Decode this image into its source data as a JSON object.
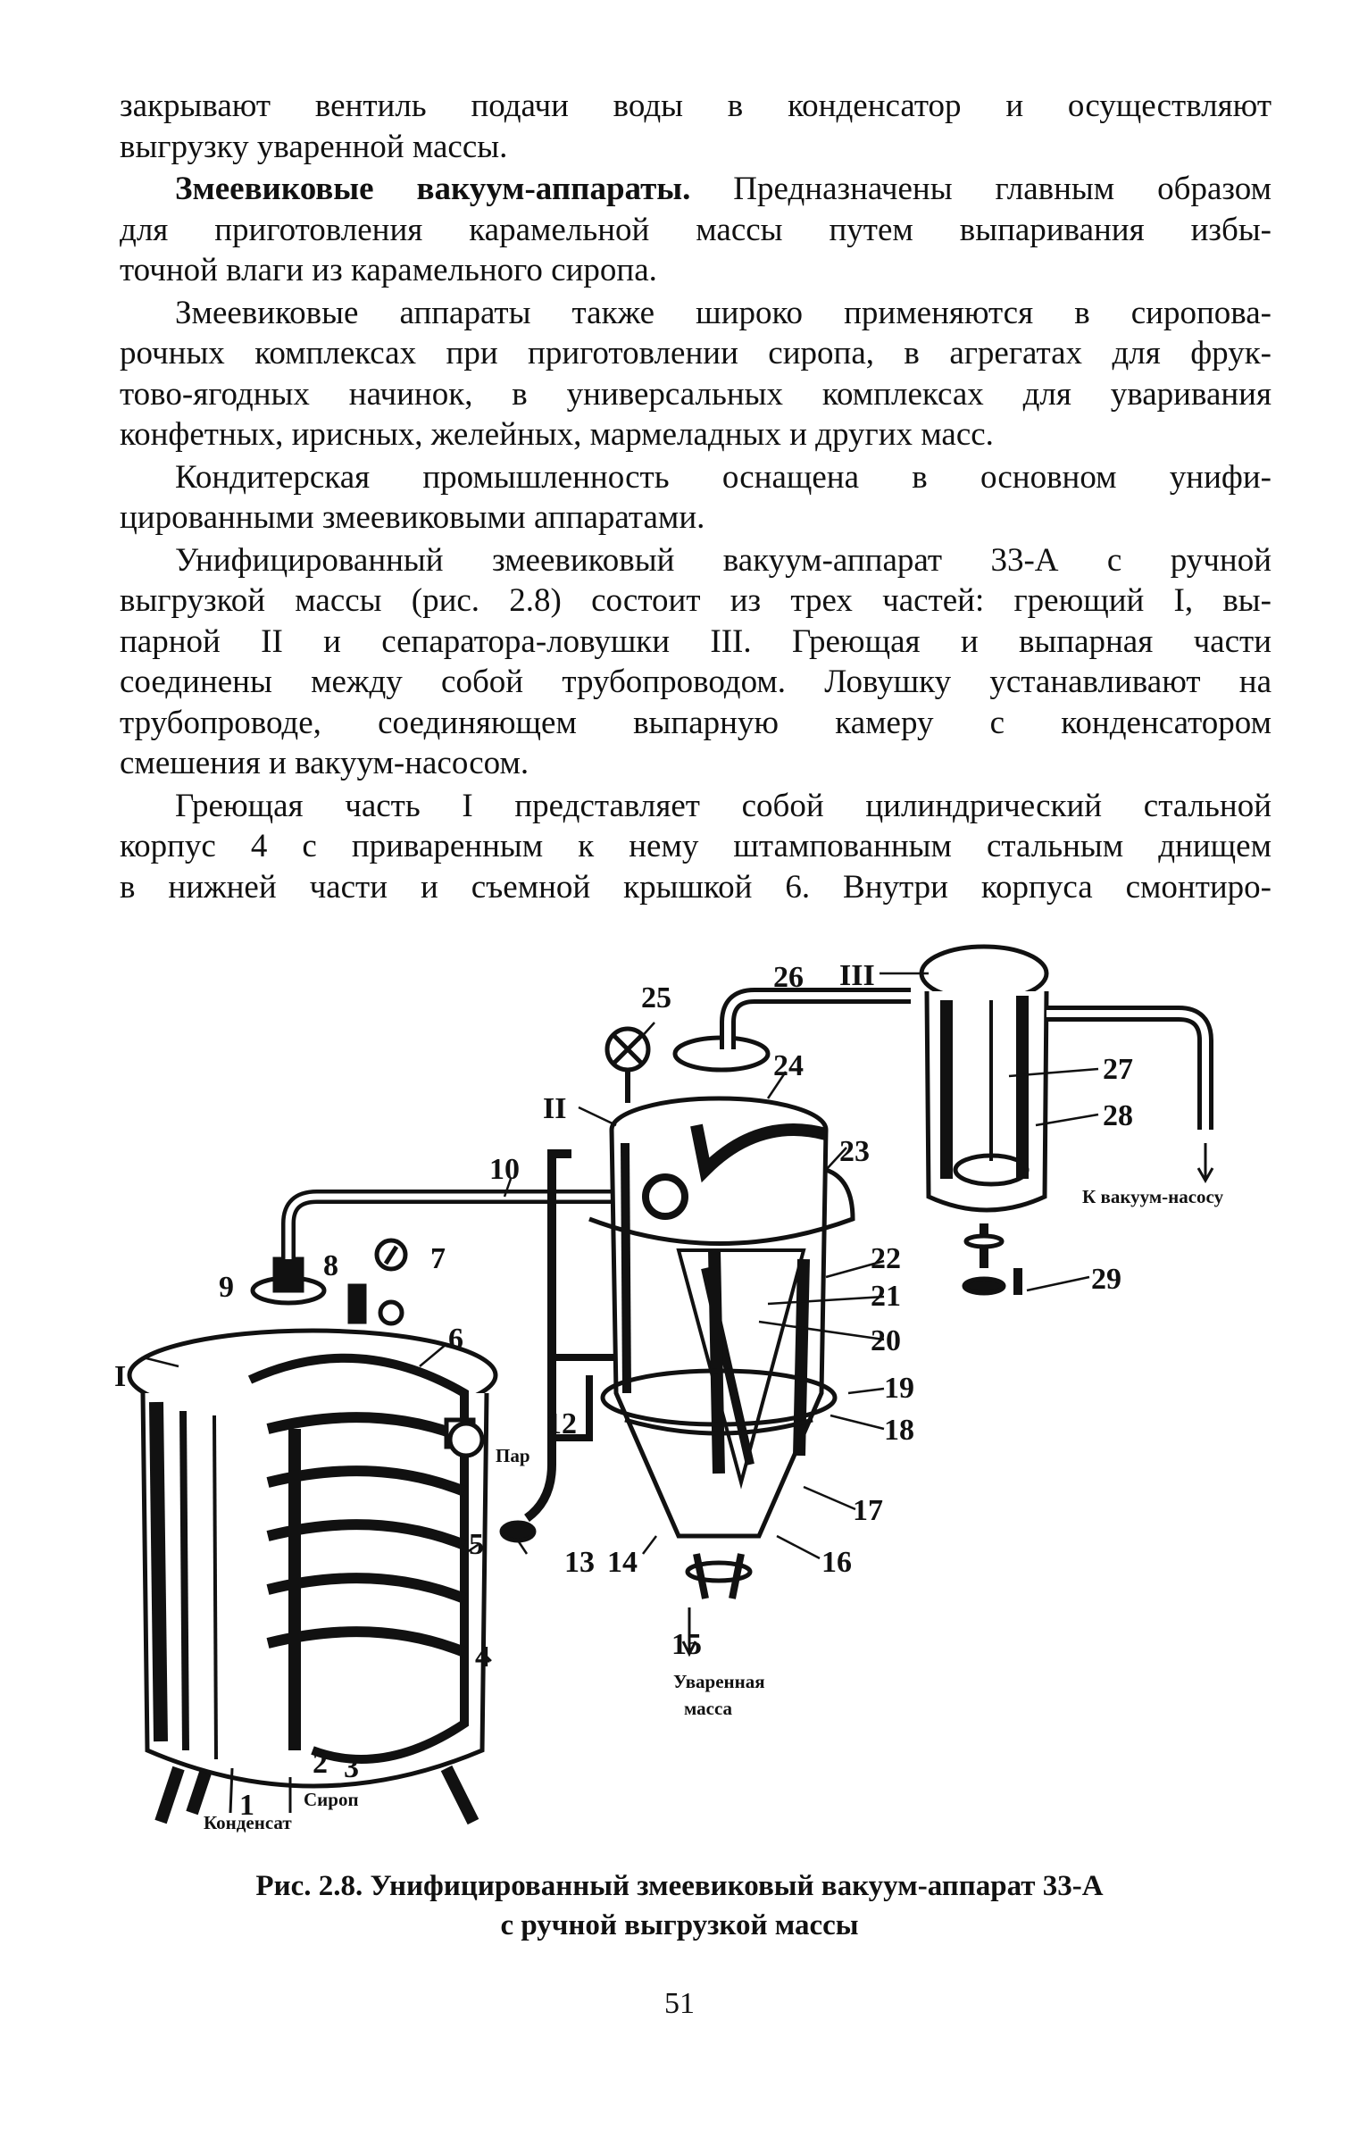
{
  "body": {
    "paragraphs": [
      {
        "lines": [
          "закрывают вентиль подачи воды в конденсатор и осуществляют",
          "выгрузку уваренной массы."
        ]
      },
      {
        "heading": "Змеевиковые вакуум-аппараты.",
        "lines": [
          " Предназначены главным образом",
          "для приготовления карамельной массы путем выпаривания избы-",
          "точной влаги из карамельного сиропа."
        ]
      },
      {
        "lines": [
          "Змеевиковые аппараты также широко применяются в сиропова-",
          "рочных комплексах при приготовлении сиропа, в агрегатах для фрук-",
          "тово-ягодных начинок, в универсальных комплексах для уваривания",
          "конфетных, ирисных, желейных, мармеладных и других масс."
        ]
      },
      {
        "lines": [
          "Кондитерская промышленность оснащена в основном унифи-",
          "цированными змеевиковыми аппаратами."
        ]
      },
      {
        "lines": [
          "Унифицированный змеевиковый вакуум-аппарат 33-А с ручной",
          "выгрузкой массы (рис. 2.8) состоит из трех частей: греющий I, вы-",
          "парной II и сепаратора-ловушки III. Греющая и выпарная части",
          "соединены между собой трубопроводом. Ловушку устанавливают на",
          "трубопроводе, соединяющем выпарную камеру с конденсатором",
          "смешения и вакуум-насосом."
        ]
      },
      {
        "lines": [
          "Греющая часть I представляет собой цилиндрический стальной",
          "корпус 4 с приваренным к нему штампованным стальным днищем",
          "в нижней части и съемной крышкой 6. Внутри корпуса смонтиро-"
        ]
      }
    ]
  },
  "figure": {
    "labels": {
      "n1": "1",
      "n2": "2",
      "n3": "3",
      "n4": "4",
      "n5": "5",
      "n6": "6",
      "n7": "7",
      "n8": "8",
      "n9": "9",
      "n10": "10",
      "n12": "12",
      "n13": "13",
      "n14": "14",
      "n15": "15",
      "n16": "16",
      "n17": "17",
      "n18": "18",
      "n19": "19",
      "n20": "20",
      "n21": "21",
      "n22": "22",
      "n23": "23",
      "n24": "24",
      "n25": "25",
      "n26": "26",
      "n27": "27",
      "n28": "28",
      "n29": "29",
      "part1": "I",
      "part2": "II",
      "part3": "III",
      "steam": "Пар",
      "syrup": "Сироп",
      "condensate": "Конденсат",
      "to_vacuum_pump": "К вакуум-насосу",
      "cooked_mass_1": "Уваренная",
      "cooked_mass_2": "масса"
    },
    "caption_line1": "Рис. 2.8. Унифицированный змеевиковый вакуум-аппарат 33-А",
    "caption_line2": "с ручной выгрузкой массы"
  },
  "page_number": "51"
}
